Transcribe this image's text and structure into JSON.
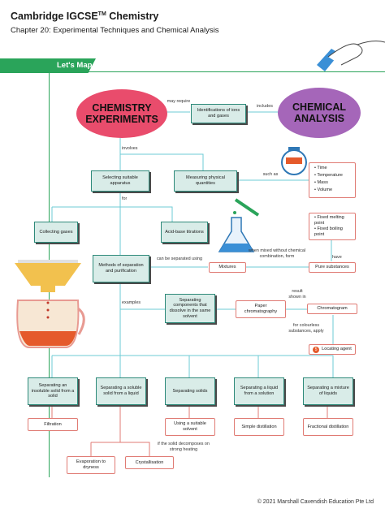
{
  "header": {
    "title": "Cambridge IGCSE",
    "title_sup": "TM",
    "title_end": " Chemistry",
    "subtitle": "Chapter 20: Experimental Techniques and Chemical Analysis"
  },
  "banner": "Let's Map It",
  "ovals": {
    "left": "CHEMISTRY EXPERIMENTS",
    "right": "CHEMICAL ANALYSIS"
  },
  "boxes": {
    "identifications": "Identifications of ions and gases",
    "selecting": "Selecting suitable apparatus",
    "measuring": "Measuring physical quantities",
    "collecting": "Collecting gases",
    "titrations": "Acid-base titrations",
    "methods": "Methods of separation and purification",
    "sep_dissolve": "Separating components that dissolve in the same solvent",
    "sep_insoluble": "Separating an insoluble solid from a solid",
    "sep_soluble": "Separating a soluble solid from a liquid",
    "sep_solids": "Separating solids",
    "sep_liquid_solution": "Separating a liquid from a solution",
    "sep_mixture": "Separating a mixture of liquids"
  },
  "outcomes": {
    "mixtures": "Mixtures",
    "pure": "Pure substances",
    "paper": "Paper chromatography",
    "chromatogram": "Chromatogram",
    "locating": "Locating agent",
    "filtration": "Filtration",
    "suitable_solvent": "Using a suitable solvent",
    "simple_distillation": "Simple distillation",
    "fractional_distillation": "Fractional distillation",
    "evaporation": "Evaporation to dryness",
    "crystallisation": "Crystallisation"
  },
  "lists": {
    "quantities": [
      "Time",
      "Temperature",
      "Mass",
      "Volume"
    ],
    "pure_props": [
      "Fixed melting point",
      "Fixed boiling point"
    ]
  },
  "labels": {
    "may_require": "may require",
    "includes": "includes",
    "involves": "involves",
    "for": "for",
    "such_as": "such as",
    "can_be_separated": "can be separated using",
    "when_mixed": "when mixed without chemical combination, form",
    "have": "have",
    "examples": "examples",
    "result_shown": "result shown in",
    "for_colourless": "for colourless substances, apply",
    "if_decomposes": "if the solid decomposes on strong heating",
    "locating_num": "5"
  },
  "footer": "© 2021 Marshall Cavendish Education Pte Ltd",
  "colors": {
    "green": "#2aa45a",
    "teal_line": "#6ecbd6",
    "pink": "#e94c6c",
    "purple": "#a566b9",
    "box_fill": "#d9ece8",
    "coral": "#e07b74"
  }
}
